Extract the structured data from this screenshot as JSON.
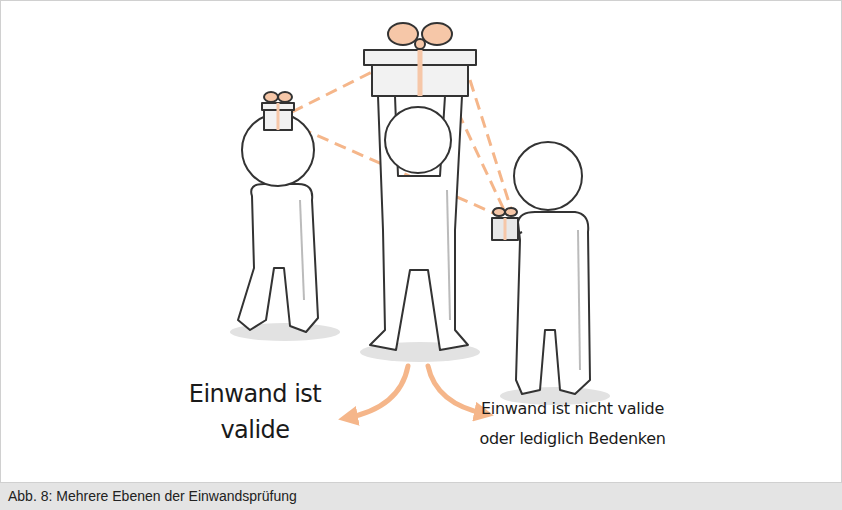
{
  "diagram": {
    "caption": "Abb. 8: Mehrere Ebenen der Einwandsprüfung",
    "labels": [
      "Einwand ist valide",
      "Einwand ist nicht valide oder lediglich Bedenken"
    ]
  }
}
